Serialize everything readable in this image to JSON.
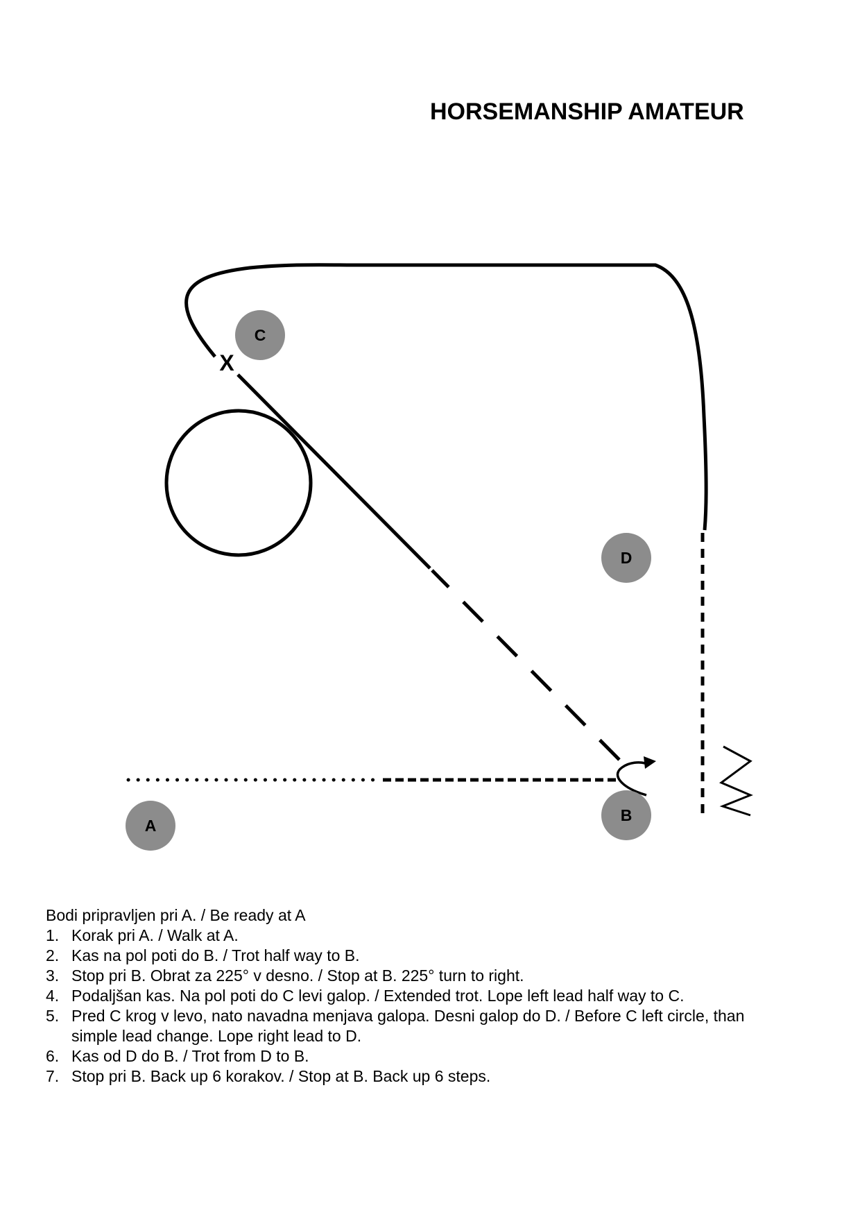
{
  "title": "HORSEMANSHIP AMATEUR",
  "markers": {
    "a": "A",
    "b": "B",
    "c": "C",
    "d": "D",
    "x": "X"
  },
  "colors": {
    "marker_fill": "#8c8c8c",
    "line": "#000000"
  },
  "instructions": {
    "intro": "Bodi pripravljen pri A. / Be ready at A",
    "steps": [
      {
        "num": "1.",
        "text": "Korak pri A. / Walk at A."
      },
      {
        "num": "2.",
        "text": "Kas na pol poti do B. / Trot half way to B."
      },
      {
        "num": "3.",
        "text": "Stop pri B. Obrat za 225° v desno. / Stop at B. 225° turn to right."
      },
      {
        "num": "4.",
        "text": "Podaljšan kas. Na pol poti do C levi galop. / Extended trot. Lope left lead half way to C."
      },
      {
        "num": "5.",
        "text": "Pred C krog v levo, nato navadna menjava galopa. Desni galop do D. / Before C left circle, than simple lead change. Lope right lead to D."
      },
      {
        "num": "6.",
        "text": "Kas od D do B. / Trot from D to B."
      },
      {
        "num": "7.",
        "text": "Stop pri B. Back up 6 korakov. / Stop at B. Back up 6 steps."
      }
    ]
  }
}
